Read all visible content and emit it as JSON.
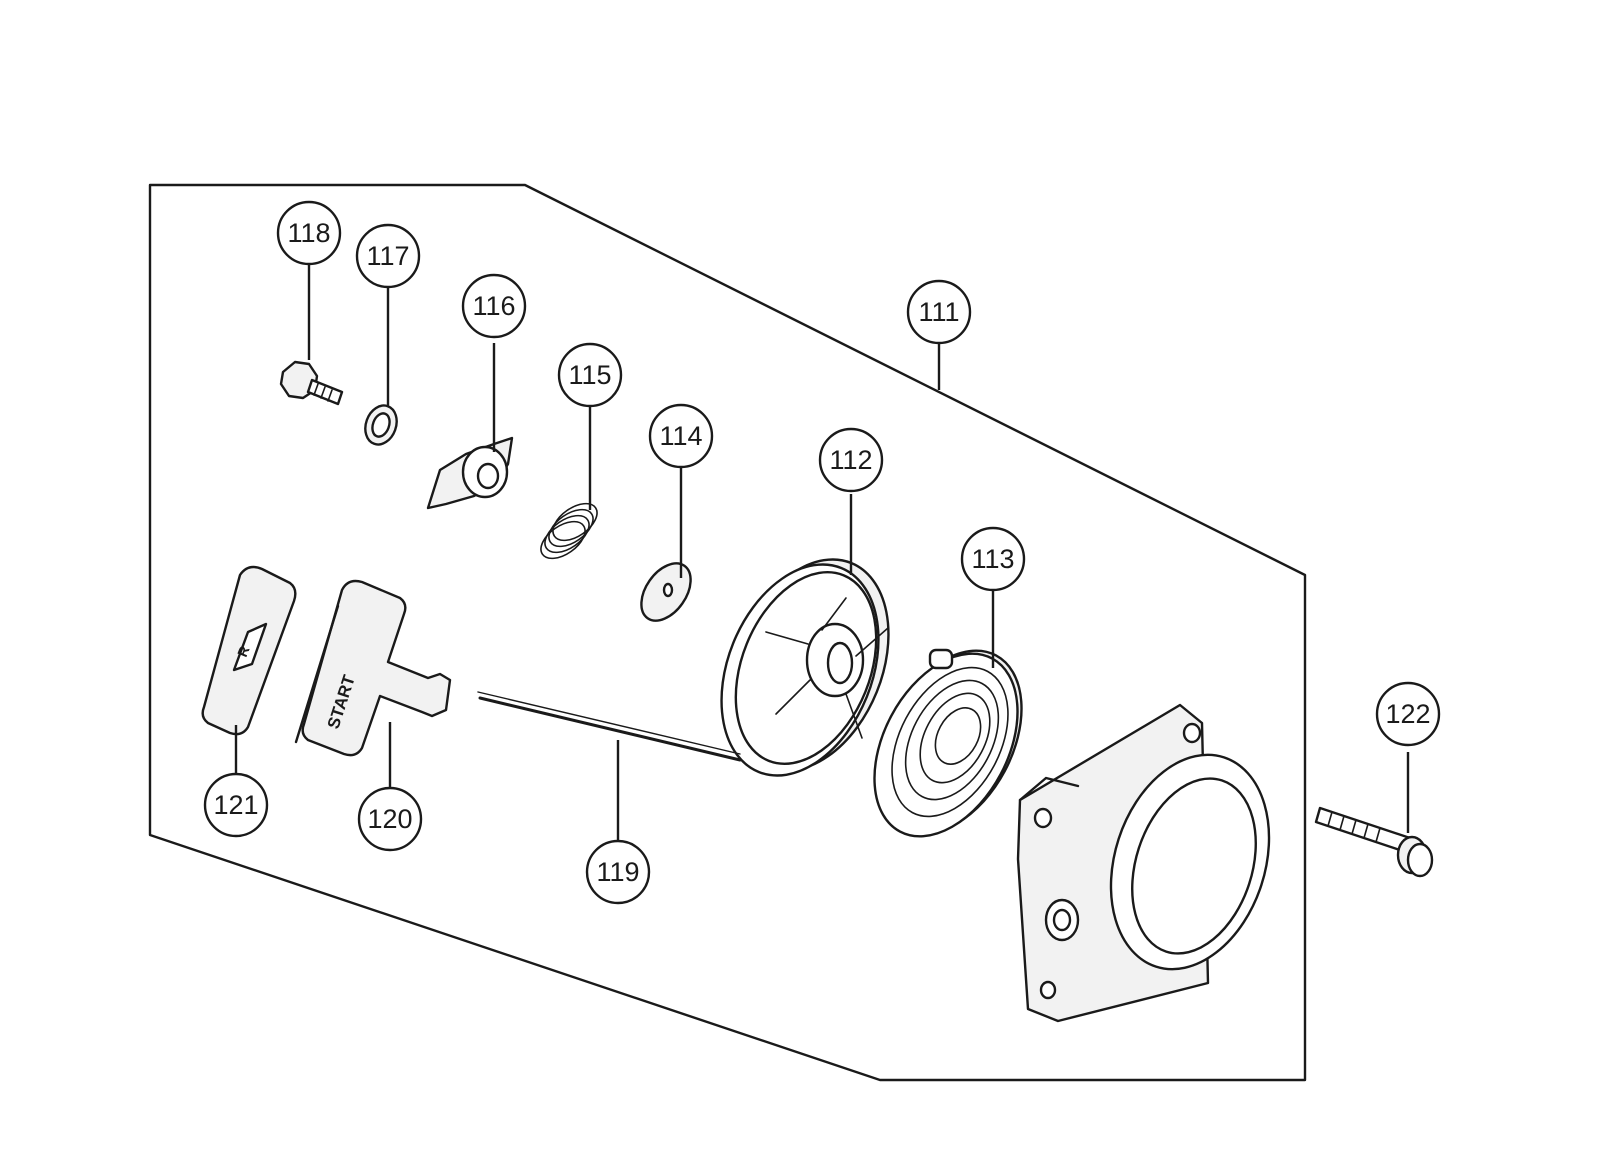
{
  "diagram": {
    "assembly_callout": "111",
    "callouts": [
      {
        "id": "111",
        "part": "assembly"
      },
      {
        "id": "112",
        "part": "pulley"
      },
      {
        "id": "113",
        "part": "spring"
      },
      {
        "id": "114",
        "part": "washer"
      },
      {
        "id": "115",
        "part": "spring-small"
      },
      {
        "id": "116",
        "part": "ratchet"
      },
      {
        "id": "117",
        "part": "washer-small"
      },
      {
        "id": "118",
        "part": "bolt"
      },
      {
        "id": "119",
        "part": "rope"
      },
      {
        "id": "120",
        "part": "handle"
      },
      {
        "id": "121",
        "part": "handle-cover"
      },
      {
        "id": "122",
        "part": "bolt-long"
      }
    ],
    "handle_text": "START",
    "colors": {
      "line": "#1a1a1a",
      "background": "#ffffff"
    }
  }
}
